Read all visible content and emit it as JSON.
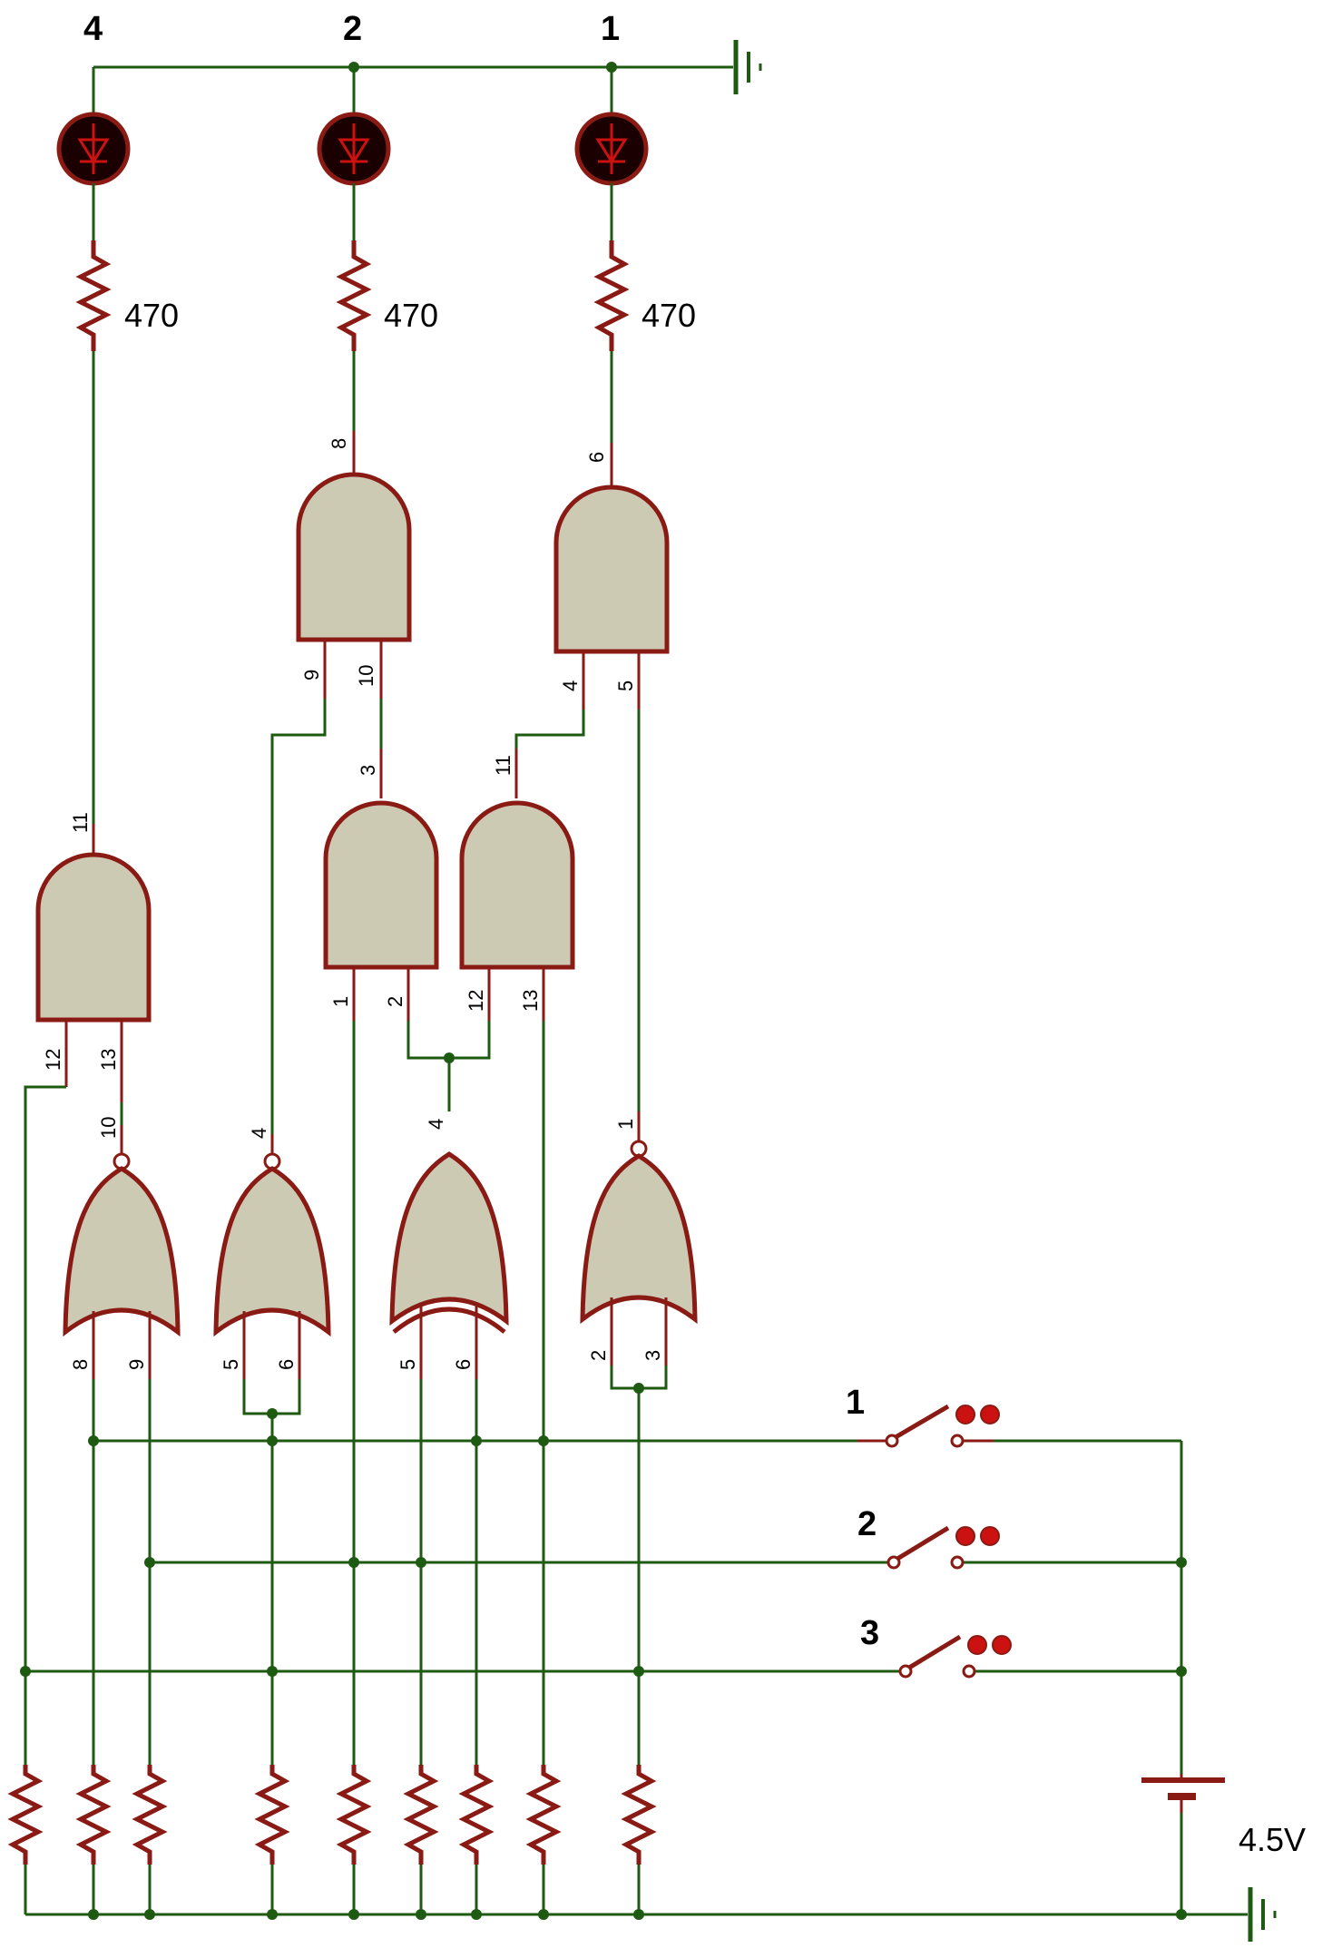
{
  "leds": [
    {
      "label": "4",
      "resistor": "470"
    },
    {
      "label": "2",
      "resistor": "470"
    },
    {
      "label": "1",
      "resistor": "470"
    }
  ],
  "switches": [
    {
      "label": "1"
    },
    {
      "label": "2"
    },
    {
      "label": "3"
    }
  ],
  "battery": {
    "label": "4.5V"
  },
  "pins": {
    "and_left": {
      "out": "11",
      "in_a": "12",
      "in_b": "13"
    },
    "and_top_mid": {
      "out": "8",
      "in_a": "9",
      "in_b": "10"
    },
    "and_top_right": {
      "out": "6",
      "in_a": "4",
      "in_b": "5"
    },
    "and_mid_a": {
      "out": "3",
      "in_a": "1",
      "in_b": "2"
    },
    "and_mid_b": {
      "out": "11",
      "in_a": "12",
      "in_b": "13"
    },
    "nor_1": {
      "out": "10",
      "in_a": "8",
      "in_b": "9"
    },
    "nor_2": {
      "out": "4",
      "in_a": "5",
      "in_b": "6"
    },
    "xor_1": {
      "out": "4",
      "in_a": "5",
      "in_b": "6"
    },
    "nor_3": {
      "out": "1",
      "in_a": "2",
      "in_b": "3"
    }
  },
  "colors": {
    "wire": "#1f5a12",
    "component": "#8a1a14",
    "gate_fill": "#cdcab4",
    "led_body": "#1a0000"
  }
}
